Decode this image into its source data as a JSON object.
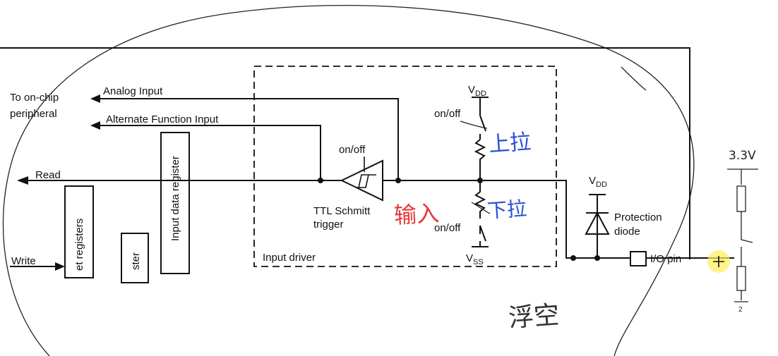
{
  "labels": {
    "to_onchip": "To on-chip",
    "peripheral": "peripheral",
    "analog_input": "Analog Input",
    "alternate_function_input": "Alternate Function Input",
    "read": "Read",
    "write": "Write",
    "set_registers_partial": "et registers",
    "register_partial": "ster",
    "input_data_register": "Input data register",
    "on_off_switch": "on/off",
    "ttl_schmitt": "TTL Schmitt",
    "trigger": "trigger",
    "input_driver": "Input driver",
    "vdd_top": "V",
    "vdd_top_sub": "DD",
    "vdd_right": "V",
    "vdd_right_sub": "DD",
    "vss": "V",
    "vss_sub": "SS",
    "on_off_top": "on/off",
    "on_off_bottom": "on/off",
    "protection": "Protection",
    "diode": "diode",
    "io_pin": "I/O pin"
  },
  "annotations": {
    "pull_up": "上拉",
    "pull_down": "下拉",
    "input": "输入",
    "floating": "浮空",
    "voltage": "3.3V"
  },
  "colors": {
    "line": "#111111",
    "annotation_blue": "#2a4fd6",
    "annotation_red": "#e8373a",
    "highlight": "#ffef5a"
  }
}
